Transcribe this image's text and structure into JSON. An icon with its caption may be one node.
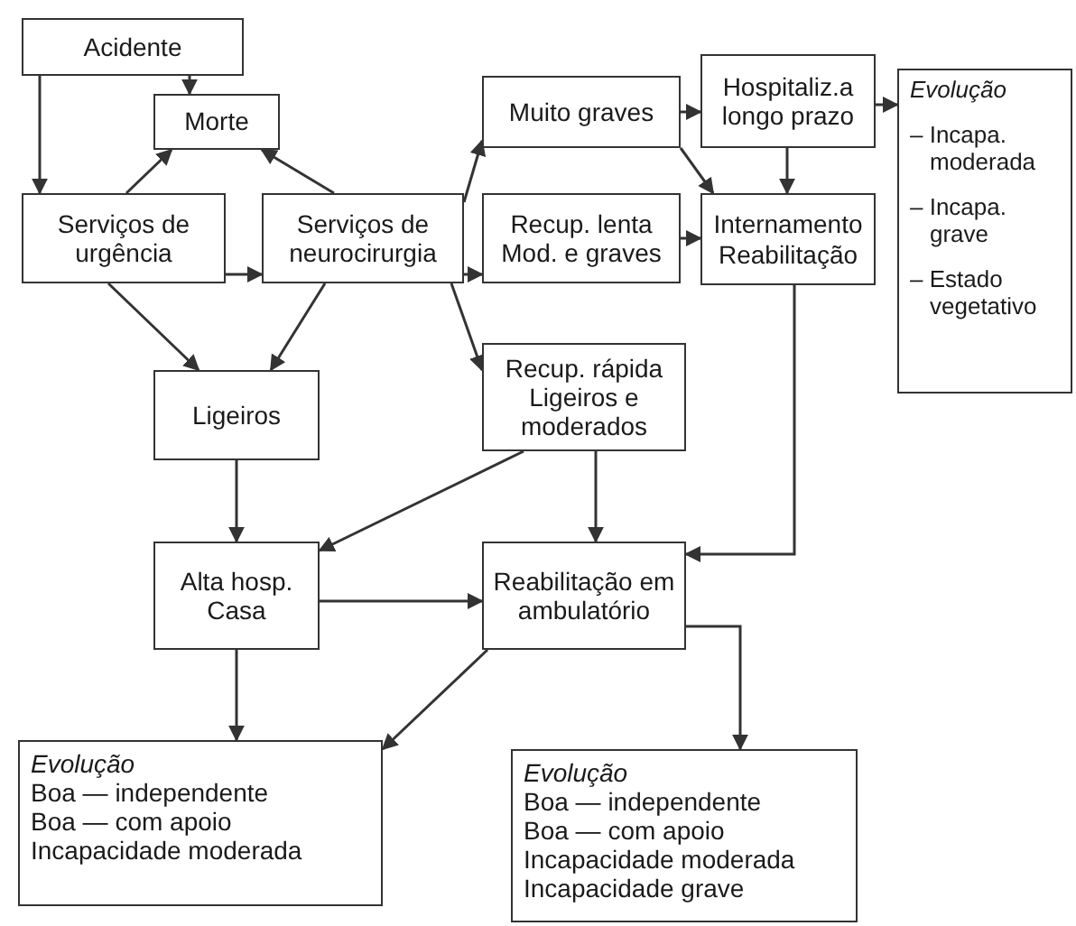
{
  "diagram": {
    "nodes": [
      {
        "text": [
          "Acidente"
        ]
      },
      {
        "text": [
          "Morte"
        ]
      },
      {
        "text": [
          "Serviços de urgência"
        ]
      },
      {
        "text": [
          "Serviços de neurocirurgia"
        ]
      },
      {
        "text": [
          "Muito graves"
        ]
      },
      {
        "text": [
          "Hospitaliz.a longo prazo"
        ]
      },
      {
        "text": [
          "Evolução",
          "– Incapa. moderada",
          "– Incapa. grave",
          "– Estado vegetativo"
        ]
      },
      {
        "text": [
          "Recup. lenta Mod. e graves"
        ]
      },
      {
        "text": [
          "Internamento Reabilitação"
        ]
      },
      {
        "text": [
          "Ligeiros"
        ]
      },
      {
        "text": [
          "Recup. rápida Ligeiros e moderados"
        ]
      },
      {
        "text": [
          "Alta hosp. Casa"
        ]
      },
      {
        "text": [
          "Reabilitação em ambulatório"
        ]
      },
      {
        "text": [
          "Evolução",
          "Boa — independente",
          "Boa — com apoio",
          "Incapacidade moderada"
        ]
      },
      {
        "text": [
          "Evolução",
          "Boa — independente",
          "Boa — com apoio",
          "Incapacidade moderada",
          "Incapacidade grave"
        ]
      }
    ],
    "edges": [
      {
        "from": 0,
        "to": 2,
        "arrow": "to"
      },
      {
        "from": 0,
        "to": 1,
        "arrow": "to"
      },
      {
        "from": 2,
        "to": 1,
        "arrow": "to"
      },
      {
        "from": 3,
        "to": 1,
        "arrow": "to"
      },
      {
        "from": 2,
        "to": 3,
        "arrow": "to"
      },
      {
        "from": 3,
        "to": 4,
        "arrow": "to"
      },
      {
        "from": 3,
        "to": 7,
        "arrow": "to"
      },
      {
        "from": 4,
        "to": 5,
        "arrow": "to"
      },
      {
        "from": 4,
        "to": 8,
        "arrow": "to"
      },
      {
        "from": 5,
        "to": 8,
        "arrow": "to"
      },
      {
        "from": 5,
        "to": 6,
        "arrow": "to"
      },
      {
        "from": 7,
        "to": 8,
        "arrow": "to"
      },
      {
        "from": 2,
        "to": 9,
        "arrow": "to"
      },
      {
        "from": 3,
        "to": 9,
        "arrow": "to"
      },
      {
        "from": 3,
        "to": 10,
        "arrow": "to"
      },
      {
        "from": 9,
        "to": 11,
        "arrow": "to"
      },
      {
        "from": 10,
        "to": 11,
        "arrow": "to"
      },
      {
        "from": 10,
        "to": 12,
        "arrow": "to"
      },
      {
        "from": 8,
        "to": 12,
        "arrow": "to"
      },
      {
        "from": 11,
        "to": 12,
        "arrow": "to"
      },
      {
        "from": 11,
        "to": 13,
        "arrow": "to"
      },
      {
        "from": 12,
        "to": 13,
        "arrow": "to"
      },
      {
        "from": 12,
        "to": 14,
        "arrow": "to"
      }
    ]
  }
}
